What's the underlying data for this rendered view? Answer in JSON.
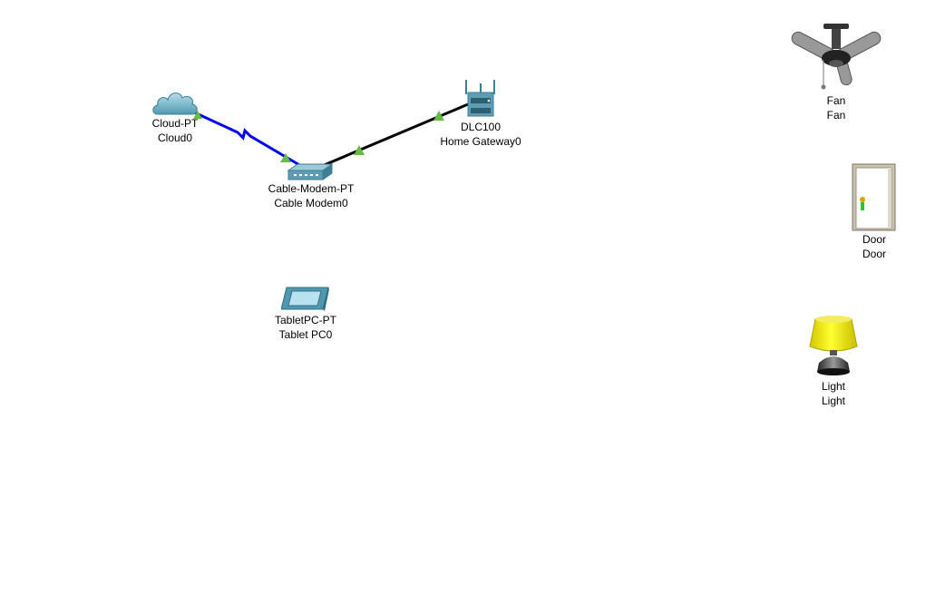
{
  "devices": {
    "cloud": {
      "model": "Cloud-PT",
      "name": "Cloud0"
    },
    "cable_modem": {
      "model": "Cable-Modem-PT",
      "name": "Cable Modem0"
    },
    "home_gateway": {
      "model": "DLC100",
      "name": "Home Gateway0"
    },
    "tablet": {
      "model": "TabletPC-PT",
      "name": "Tablet PC0"
    },
    "fan": {
      "model": "Fan",
      "name": "Fan"
    },
    "door": {
      "model": "Door",
      "name": "Door"
    },
    "light": {
      "model": "Light",
      "name": "Light"
    }
  },
  "links": [
    {
      "from": "Cloud0",
      "to": "Cable Modem0",
      "type": "coaxial",
      "color": "#0000ee",
      "status": "up"
    },
    {
      "from": "Cable Modem0",
      "to": "Home Gateway0",
      "type": "copper-straight-through",
      "color": "#000000",
      "status": "up"
    }
  ],
  "colors": {
    "link_up": "#66bb44",
    "coax": "#0000ee",
    "ethernet": "#000000"
  }
}
